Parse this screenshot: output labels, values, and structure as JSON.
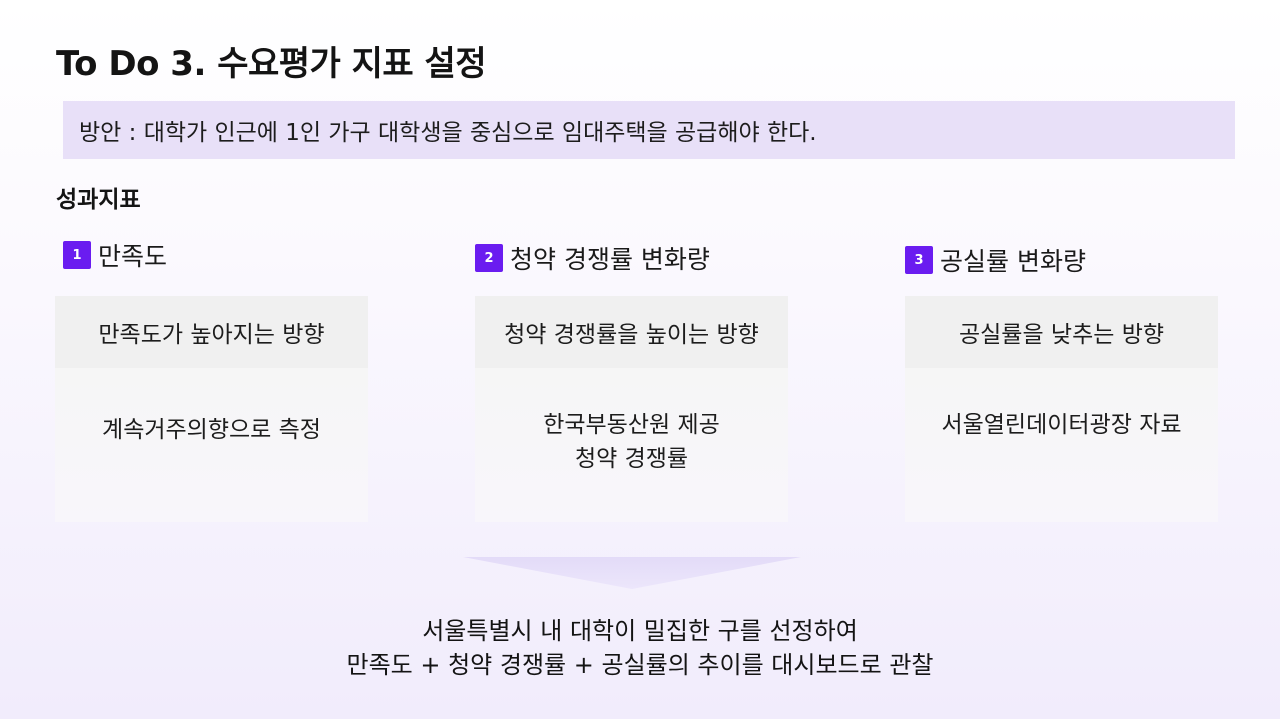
{
  "title": "To Do 3. 수요평가 지표 설정",
  "proposal": "방안 : 대학가 인근에 1인 가구 대학생을 중심으로 임대주택을 공급해야 한다.",
  "section_label": "성과지표",
  "colors": {
    "badge": "#6a1cf0",
    "proposal_bg": "#e8e0f8",
    "card_top_bg": "#f0f0f0"
  },
  "kpis": [
    {
      "number": "1",
      "title": "만족도",
      "direction": "만족도가 높아지는 방향",
      "measure_lines": [
        "계속거주의향으로 측정"
      ]
    },
    {
      "number": "2",
      "title": "청약 경쟁률 변화량",
      "direction": "청약 경쟁률을 높이는 방향",
      "measure_lines": [
        "한국부동산원 제공",
        "청약 경쟁률"
      ]
    },
    {
      "number": "3",
      "title": "공실률 변화량",
      "direction": "공실률을 낮추는 방향",
      "measure_lines": [
        "서울열린데이터광장 자료"
      ]
    }
  ],
  "conclusion": {
    "line1": "서울특별시 내 대학이 밀집한 구를 선정하여",
    "line2": "만족도 + 청약 경쟁률 + 공실률의 추이를 대시보드로 관찰"
  }
}
